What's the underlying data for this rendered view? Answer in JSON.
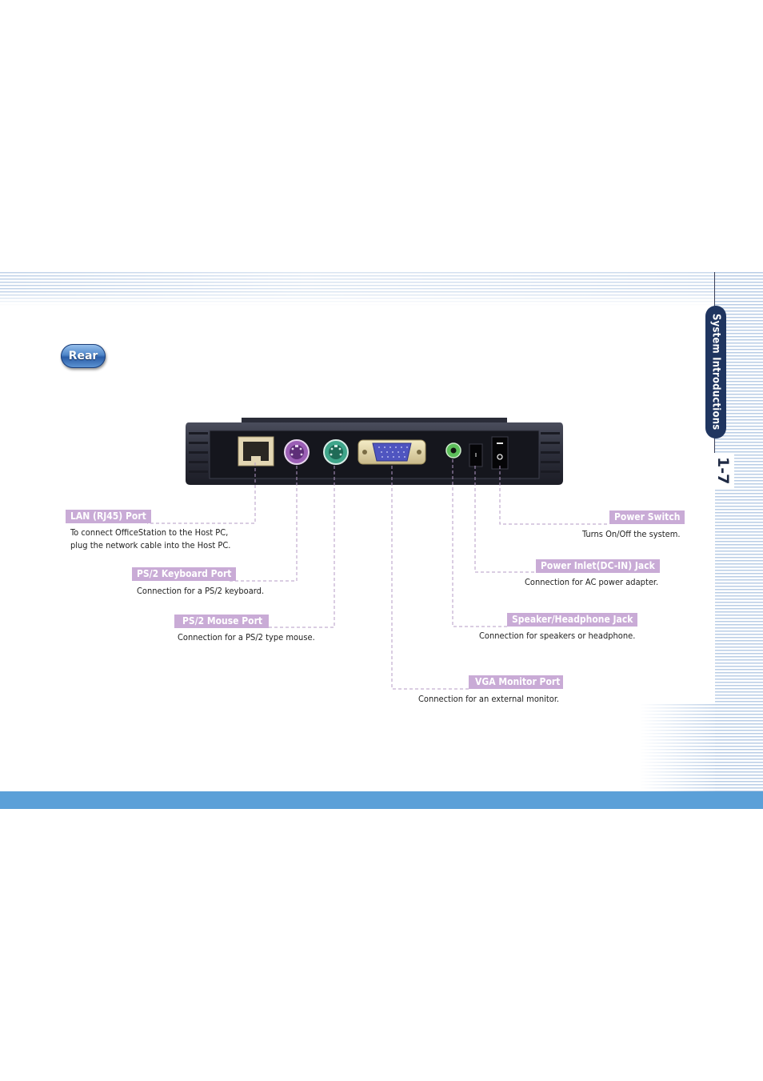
{
  "section_tab": "System Introductions",
  "page_number": "1-7",
  "rear_badge": "Rear",
  "ports": {
    "lan": {
      "label": "LAN (RJ45) Port",
      "desc_line1": "To connect OfficeStation to the Host PC,",
      "desc_line2": "plug the network cable into the Host PC."
    },
    "keyboard": {
      "label": "PS/2 Keyboard Port",
      "desc": "Connection for a PS/2 keyboard."
    },
    "mouse": {
      "label": "PS/2 Mouse Port",
      "desc": "Connection for a PS/2 type mouse."
    },
    "vga": {
      "label": "VGA Monitor Port",
      "desc": "Connection for an external monitor."
    },
    "speaker": {
      "label": "Speaker/Headphone Jack",
      "desc": "Connection for speakers or headphone."
    },
    "power_inlet": {
      "label": "Power Inlet(DC-IN) Jack",
      "desc": "Connection for AC power adapter."
    },
    "power_switch": {
      "label": "Power Switch",
      "desc": "Turns On/Off the system."
    }
  },
  "colors": {
    "label_bg": "#c9abd6",
    "accent_blue": "#5ba0d8",
    "tab_navy": "#1f3560",
    "leader_line": "#b49bc6",
    "keyboard_port": "#9b5fb5",
    "mouse_port": "#3fa58a",
    "vga_port": "#4f55c0",
    "audio_jack": "#5cbf5a"
  }
}
